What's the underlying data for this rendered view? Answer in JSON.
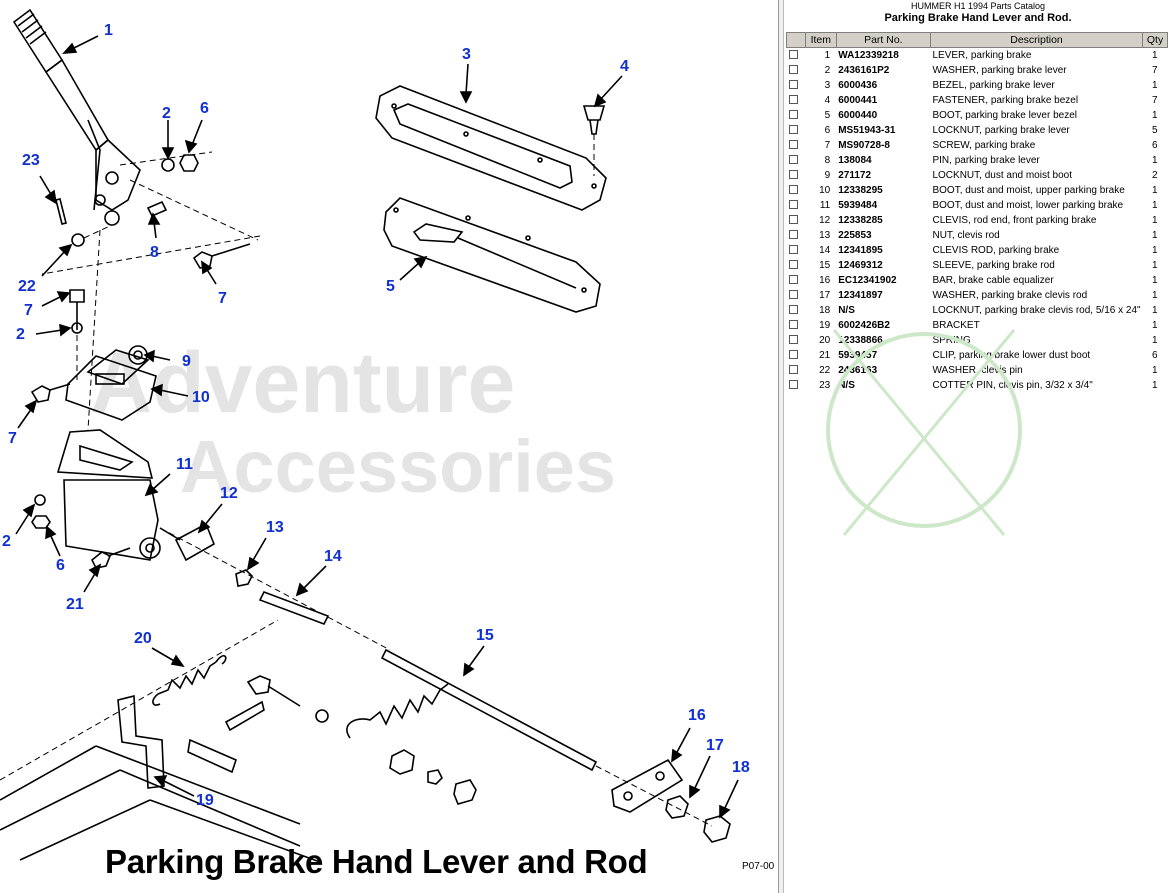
{
  "catalog": {
    "subtitle": "HUMMER H1 1994 Parts Catalog",
    "title": "Parking Brake Hand Lever and Rod."
  },
  "table": {
    "headers": [
      "Item",
      "Part No.",
      "Description",
      "Qty"
    ],
    "rows": [
      {
        "item": "1",
        "part_no": "WA12339218",
        "description": "LEVER, parking brake",
        "qty": "1"
      },
      {
        "item": "2",
        "part_no": "2436161P2",
        "description": "WASHER, parking brake lever",
        "qty": "7"
      },
      {
        "item": "3",
        "part_no": "6000436",
        "description": "BEZEL, parking brake lever",
        "qty": "1"
      },
      {
        "item": "4",
        "part_no": "6000441",
        "description": "FASTENER, parking brake bezel",
        "qty": "7"
      },
      {
        "item": "5",
        "part_no": "6000440",
        "description": "BOOT, parking brake lever bezel",
        "qty": "1"
      },
      {
        "item": "6",
        "part_no": "MS51943-31",
        "description": "LOCKNUT, parking brake lever",
        "qty": "5"
      },
      {
        "item": "7",
        "part_no": "MS90728-8",
        "description": "SCREW, parking brake",
        "qty": "6"
      },
      {
        "item": "8",
        "part_no": "138084",
        "description": "PIN, parking brake lever",
        "qty": "1"
      },
      {
        "item": "9",
        "part_no": "271172",
        "description": "LOCKNUT, dust and moist boot",
        "qty": "2"
      },
      {
        "item": "10",
        "part_no": "12338295",
        "description": "BOOT, dust and moist, upper parking brake",
        "qty": "1"
      },
      {
        "item": "11",
        "part_no": "5939484",
        "description": "BOOT, dust and moist, lower parking brake",
        "qty": "1"
      },
      {
        "item": "12",
        "part_no": "12338285",
        "description": "CLEVIS, rod end, front parking brake",
        "qty": "1"
      },
      {
        "item": "13",
        "part_no": "225853",
        "description": "NUT, clevis rod",
        "qty": "1"
      },
      {
        "item": "14",
        "part_no": "12341895",
        "description": "CLEVIS ROD, parking brake",
        "qty": "1"
      },
      {
        "item": "15",
        "part_no": "12469312",
        "description": "SLEEVE, parking brake rod",
        "qty": "1"
      },
      {
        "item": "16",
        "part_no": "EC12341902",
        "description": "BAR, brake cable equalizer",
        "qty": "1"
      },
      {
        "item": "17",
        "part_no": "12341897",
        "description": "WASHER, parking brake clevis rod",
        "qty": "1"
      },
      {
        "item": "18",
        "part_no": "N/S",
        "description": "LOCKNUT, parking brake clevis rod, 5/16 x 24\"",
        "qty": "1"
      },
      {
        "item": "19",
        "part_no": "6002426B2",
        "description": "BRACKET",
        "qty": "1"
      },
      {
        "item": "20",
        "part_no": "12338866",
        "description": "SPRING",
        "qty": "1"
      },
      {
        "item": "21",
        "part_no": "5939457",
        "description": "CLIP, parking brake lower dust boot",
        "qty": "6"
      },
      {
        "item": "22",
        "part_no": "2436163",
        "description": "WASHER, clevis pin",
        "qty": "1"
      },
      {
        "item": "23",
        "part_no": "N/S",
        "description": "COTTER PIN, clevis pin, 3/32 x 3/4\"",
        "qty": "1"
      }
    ]
  },
  "diagram": {
    "bottom_title": "Parking Brake Hand Lever and Rod",
    "figure_code": "P07-00",
    "watermark_line1": "Adventure",
    "watermark_line2": "Accessories",
    "callout_color": "#1030d0",
    "callouts": [
      "1",
      "2",
      "6",
      "23",
      "8",
      "7",
      "22",
      "7",
      "2",
      "9",
      "10",
      "7",
      "11",
      "12",
      "2",
      "6",
      "21",
      "13",
      "14",
      "15",
      "20",
      "19",
      "16",
      "17",
      "18",
      "3",
      "4",
      "5"
    ]
  }
}
